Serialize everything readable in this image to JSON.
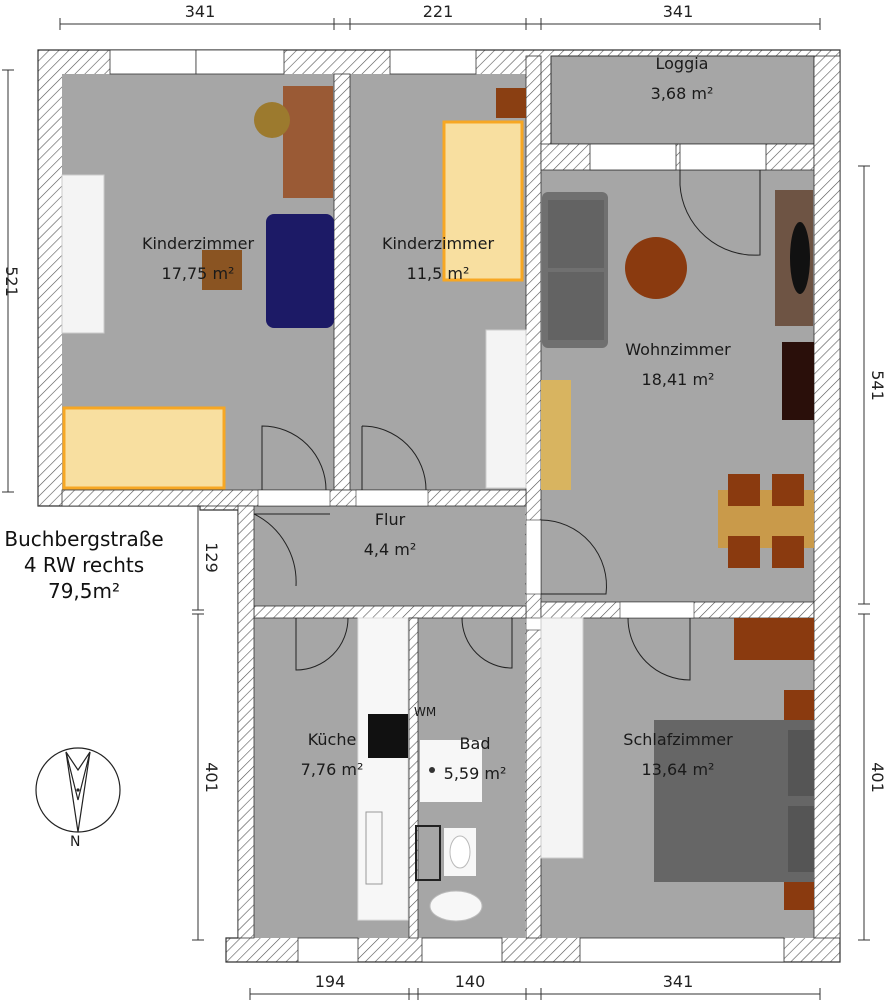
{
  "plan": {
    "address": "Buchbergstraße",
    "unit": "4 RW rechts",
    "total_area": "79,5m²",
    "compass_label": "N",
    "appliance_label": "WM"
  },
  "rooms": [
    {
      "name": "Kinderzimmer",
      "area": "17,75 m²"
    },
    {
      "name": "Kinderzimmer",
      "area": "11,5 m²"
    },
    {
      "name": "Loggia",
      "area": "3,68 m²"
    },
    {
      "name": "Wohnzimmer",
      "area": "18,41 m²"
    },
    {
      "name": "Flur",
      "area": "4,4 m²"
    },
    {
      "name": "Küche",
      "area": "7,76 m²"
    },
    {
      "name": "Bad",
      "area": "5,59 m²"
    },
    {
      "name": "Schlafzimmer",
      "area": "13,64 m²"
    }
  ],
  "dimensions": {
    "top": [
      "341",
      "221",
      "341"
    ],
    "bottom": [
      "194",
      "140",
      "341"
    ],
    "left": [
      "521",
      "129",
      "401"
    ],
    "right": [
      "541",
      "401"
    ]
  },
  "colors": {
    "floor": "#a6a6a6",
    "wall_line": "#333333",
    "bed_highlight": "#f7a723"
  }
}
